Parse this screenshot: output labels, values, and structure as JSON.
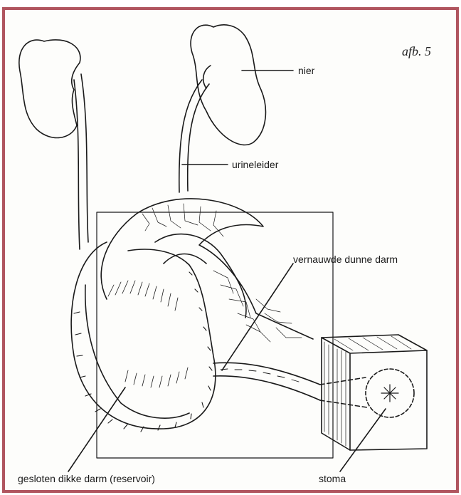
{
  "figure_label": "afb. 5",
  "labels": {
    "nier": "nier",
    "urineleider": "urineleider",
    "dunne_darm": "vernauwde dunne darm",
    "reservoir": "gesloten dikke darm (reservoir)",
    "stoma": "stoma"
  },
  "colors": {
    "frame_border": "#b0555f",
    "ink": "#1a1a1a",
    "paper": "#fdfdfb"
  }
}
